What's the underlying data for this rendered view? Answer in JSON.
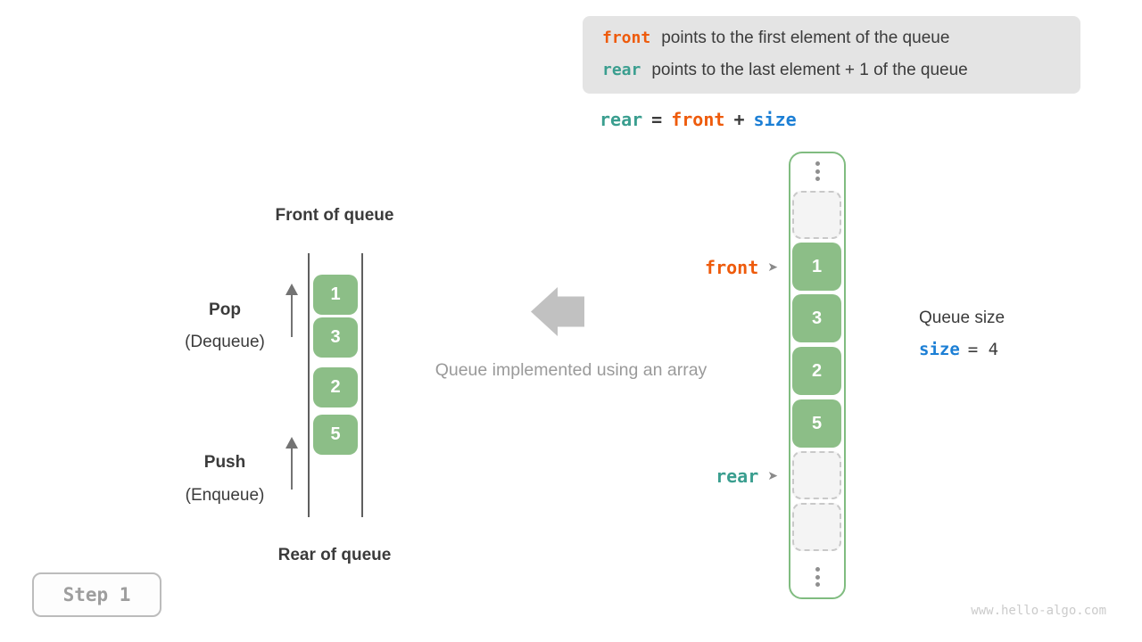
{
  "colors": {
    "accent_orange": "#EE5B0C",
    "accent_teal": "#3A9E8F",
    "accent_blue": "#1C7FD5",
    "cell_green": "#8CBE87",
    "text_dark": "#3B3B3B",
    "text_gray": "#9A9A9A"
  },
  "info_box": {
    "lines": [
      {
        "code": "front",
        "text": "points to the first element of the queue"
      },
      {
        "code": "rear",
        "text": "points to the last element + 1 of the queue"
      }
    ]
  },
  "formula": {
    "tokens": [
      "rear",
      "=",
      "front",
      "+",
      "size"
    ]
  },
  "queue_diagram": {
    "front_label": "Front of queue",
    "rear_label": "Rear of queue",
    "pop_label": "Pop",
    "pop_sublabel": "(Dequeue)",
    "push_label": "Push",
    "push_sublabel": "(Enqueue)",
    "elements": [
      "1",
      "3",
      "2",
      "5"
    ]
  },
  "caption": "Queue implemented using an array",
  "array_diagram": {
    "front_pointer": "front",
    "rear_pointer": "rear",
    "cells": [
      {
        "type": "empty"
      },
      {
        "type": "value",
        "value": "1"
      },
      {
        "type": "value",
        "value": "3"
      },
      {
        "type": "value",
        "value": "2"
      },
      {
        "type": "value",
        "value": "5"
      },
      {
        "type": "empty"
      },
      {
        "type": "empty"
      }
    ]
  },
  "size_info": {
    "title": "Queue size",
    "var": "size",
    "rest": "= 4"
  },
  "step_badge": {
    "label": "Step 1"
  },
  "watermark": "www.hello-algo.com"
}
